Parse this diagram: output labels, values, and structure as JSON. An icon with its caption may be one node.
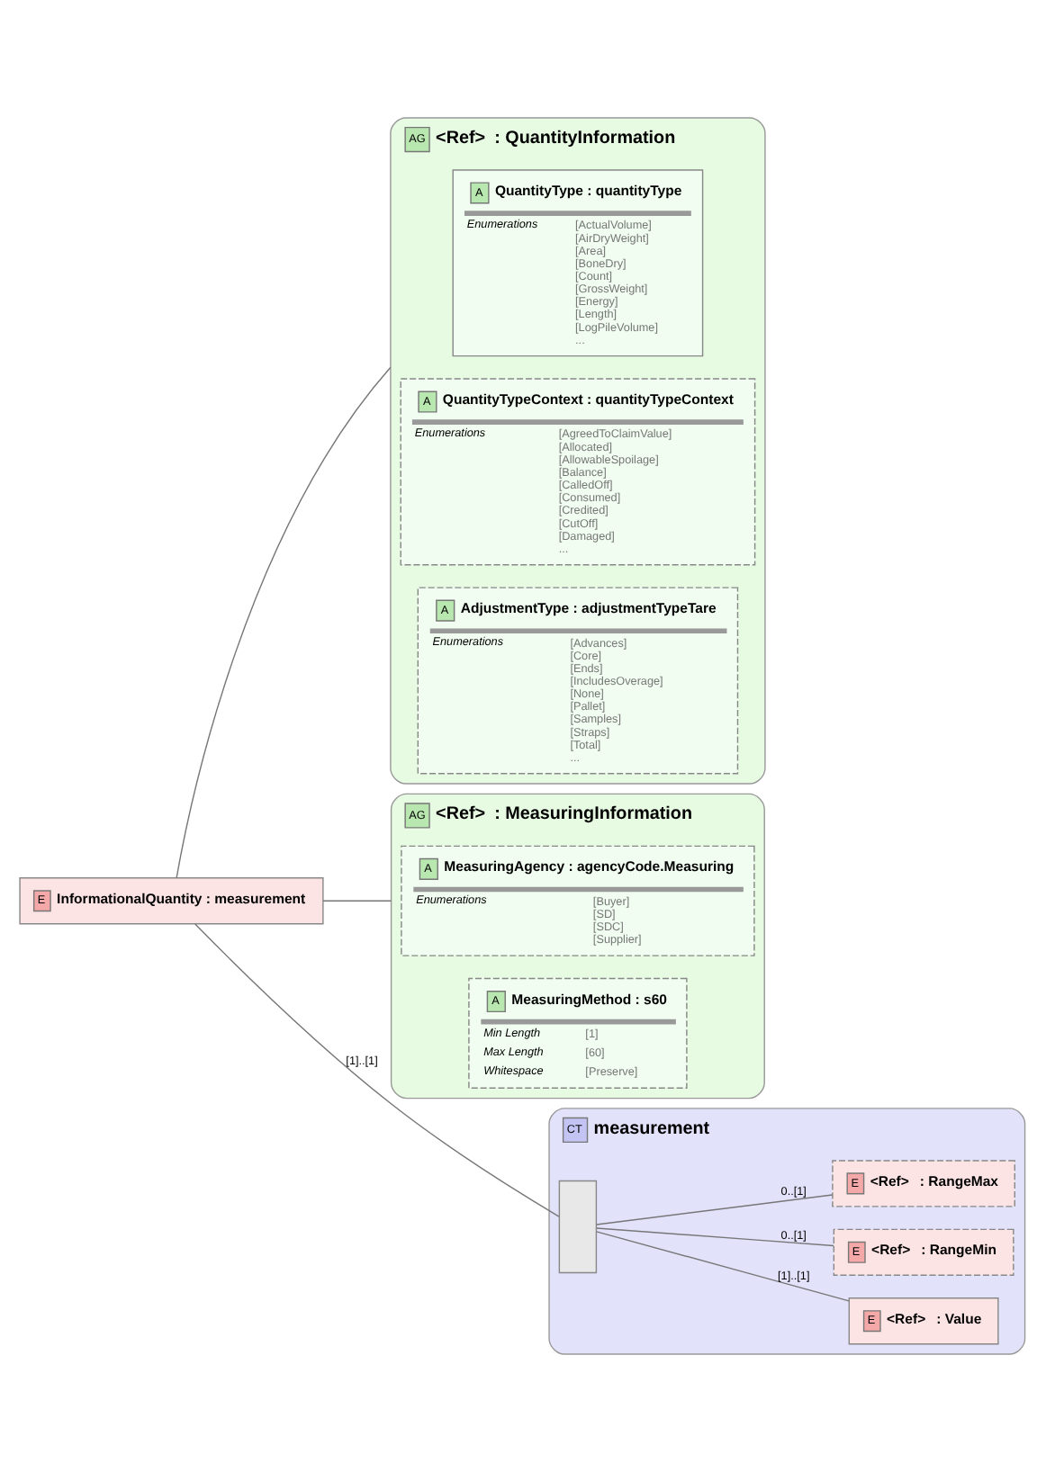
{
  "diagram": {
    "nodes": [
      {
        "text": [
          "E",
          "InformationalQuantity : measurement"
        ]
      },
      {
        "text": [
          "AG",
          "<Ref>",
          ": QuantityInformation"
        ]
      },
      {
        "text": [
          "A",
          "QuantityType : quantityType",
          "Enumerations",
          "[ActualVolume]",
          "[AirDryWeight]",
          "[Area]",
          "[BoneDry]",
          "[Count]",
          "[GrossWeight]",
          "[Energy]",
          "[Length]",
          "[LogPileVolume]",
          "..."
        ],
        "in": 1
      },
      {
        "text": [
          "A",
          "QuantityTypeContext : quantityTypeContext",
          "Enumerations",
          "[AgreedToClaimValue]",
          "[Allocated]",
          "[AllowableSpoilage]",
          "[Balance]",
          "[CalledOff]",
          "[Consumed]",
          "[Credited]",
          "[CutOff]",
          "[Damaged]",
          "..."
        ],
        "in": 1
      },
      {
        "text": [
          "A",
          "AdjustmentType : adjustmentTypeTare",
          "Enumerations",
          "[Advances]",
          "[Core]",
          "[Ends]",
          "[IncludesOverage]",
          "[None]",
          "[Pallet]",
          "[Samples]",
          "[Straps]",
          "[Total]",
          "..."
        ],
        "in": 1
      },
      {
        "text": [
          "AG",
          "<Ref>",
          ": MeasuringInformation"
        ]
      },
      {
        "text": [
          "A",
          "MeasuringAgency : agencyCode.Measuring",
          "Enumerations",
          "[Buyer]",
          "[SD]",
          "[SDC]",
          "[Supplier]"
        ],
        "in": 5
      },
      {
        "text": [
          "A",
          "MeasuringMethod : s60",
          "Min Length",
          "[1]",
          "Max Length",
          "[60]",
          "Whitespace",
          "[Preserve]"
        ],
        "in": 5
      },
      {
        "text": [
          "CT",
          "measurement"
        ]
      },
      {
        "text": [],
        "shape": "box",
        "in": 8
      },
      {
        "text": [
          "E",
          "<Ref>",
          ": Value"
        ],
        "in": 8
      },
      {
        "text": [
          "E",
          "<Ref>",
          ": RangeMin"
        ],
        "in": 8
      },
      {
        "text": [
          "E",
          "<Ref>",
          ": RangeMax"
        ],
        "in": 8
      }
    ],
    "edges": [
      {
        "from": 0,
        "to": 1,
        "arrow": "none"
      },
      {
        "from": 0,
        "to": 5,
        "arrow": "none"
      },
      {
        "from": 0,
        "to": 9,
        "arrow": "none",
        "label": "[1]..[1]"
      },
      {
        "from": 9,
        "to": 10,
        "arrow": "none",
        "label": "[1]..[1]"
      },
      {
        "from": 9,
        "to": 11,
        "arrow": "none",
        "label": "0..[1]"
      },
      {
        "from": 9,
        "to": 12,
        "arrow": "none",
        "label": "0..[1]"
      }
    ]
  }
}
